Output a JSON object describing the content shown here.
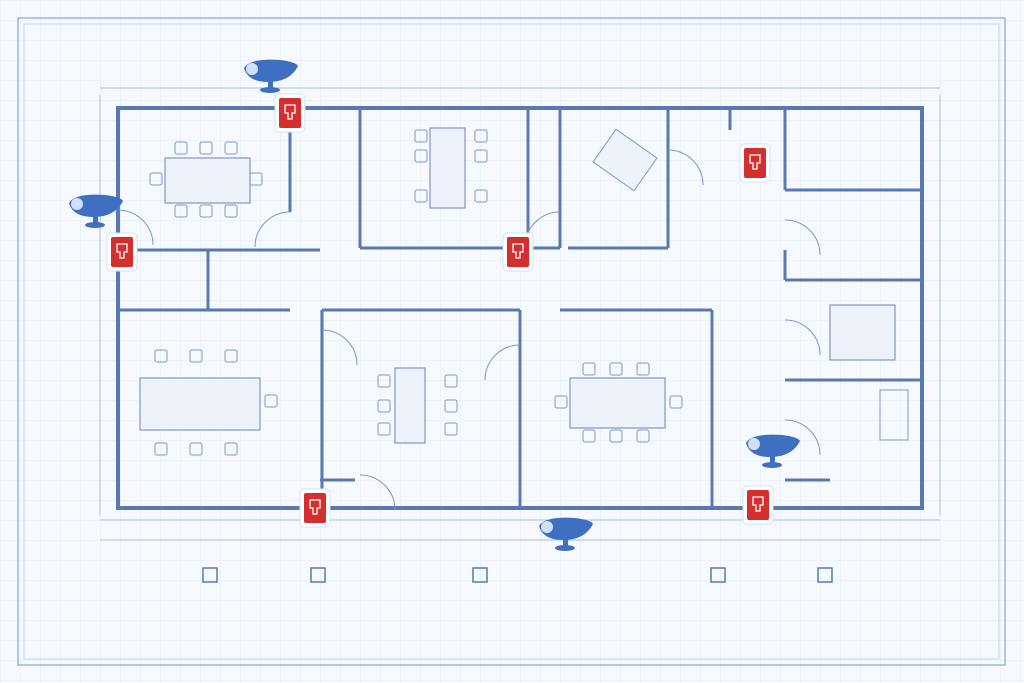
{
  "diagram": {
    "type": "floor-plan-blueprint",
    "colors": {
      "background": "#f6f9fd",
      "grid": "#dbe6f4",
      "wall": "#5a79b3",
      "furniture": "#7f97c6",
      "camera": "#3f6fc0",
      "reader": "#d42f2f"
    },
    "devices": {
      "cameras": {
        "icon": "security-camera-icon",
        "count": 4
      },
      "access_readers": {
        "icon": "access-card-reader-icon",
        "count": 6
      }
    }
  }
}
